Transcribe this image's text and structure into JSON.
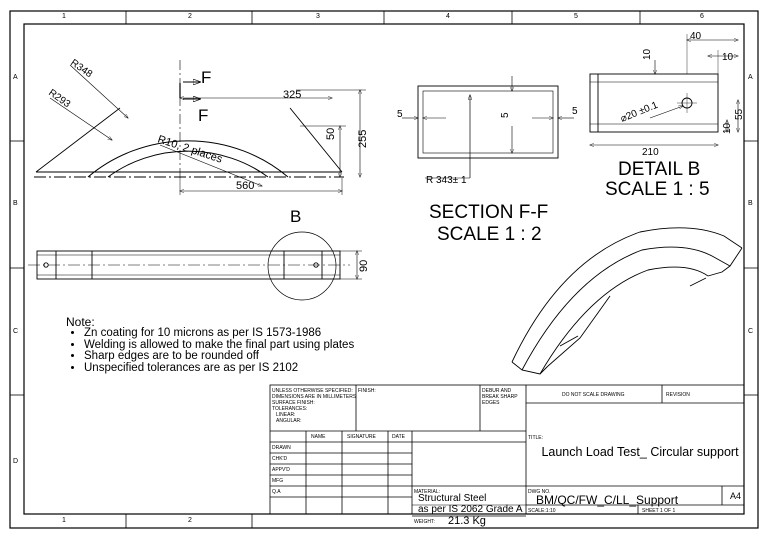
{
  "border": {
    "top_columns": [
      "1",
      "2",
      "3",
      "4",
      "5",
      "6"
    ],
    "bottom_columns": [
      "1",
      "2"
    ],
    "rows_left": [
      "A",
      "B",
      "C",
      "D"
    ],
    "rows_right": [
      "A",
      "B",
      "C"
    ]
  },
  "views": {
    "front": {
      "labels": [
        "R348",
        "R293",
        "325",
        "R10, 2 places",
        "50",
        "255",
        "560"
      ],
      "section_letter": "F",
      "detail_letter": "B"
    },
    "top": {
      "dimension": "90"
    },
    "section": {
      "dims": [
        "5",
        "5",
        "5"
      ],
      "radius": "R 343± 1",
      "caption_line1": "SECTION F-F",
      "caption_line2": "SCALE 1 : 2"
    },
    "detail": {
      "dims": [
        "40",
        "10",
        "10",
        "⌀20 ±0.1",
        "55",
        "210",
        "10"
      ],
      "caption_line1": "DETAIL B",
      "caption_line2": "SCALE 1 : 5"
    }
  },
  "notes": {
    "title": "Note:",
    "items": [
      "Zn coating for 10 microns as per IS 1573-1986",
      "Welding is allowed to make the final part using plates",
      "Sharp edges are to be rounded off",
      "Unspecified tolerances are as per IS 2102"
    ]
  },
  "title_block": {
    "general_notes": [
      "UNLESS OTHERWISE SPECIFIED:",
      "DIMENSIONS ARE IN MILLIMETERS",
      "SURFACE FINISH:",
      "TOLERANCES:",
      "  LINEAR:",
      "  ANGULAR:"
    ],
    "finish": "FINISH:",
    "deburr": [
      "DEBUR AND",
      "BREAK SHARP",
      "EDGES"
    ],
    "do_not_scale": "DO NOT SCALE DRAWING",
    "revision": "REVISION",
    "col_headers": [
      "NAME",
      "SIGNATURE",
      "DATE"
    ],
    "row_labels": [
      "DRAWN",
      "CHK'D",
      "APPV'D",
      "MFG",
      "Q.A"
    ],
    "title_label": "TITLE:",
    "title": "Launch Load Test_ Circular support",
    "material_label": "MATERIAL:",
    "material_line1": "Structural Steel",
    "material_line2": "as per IS 2062 Grade A",
    "weight_label": "WEIGHT:",
    "weight": "21.3 Kg",
    "dwg_label": "DWG NO.",
    "dwg_no": "BM/QC/FW_C/LL_Support",
    "size": "A4",
    "scale": "SCALE:1:10",
    "sheet": "SHEET 1 OF 1"
  }
}
